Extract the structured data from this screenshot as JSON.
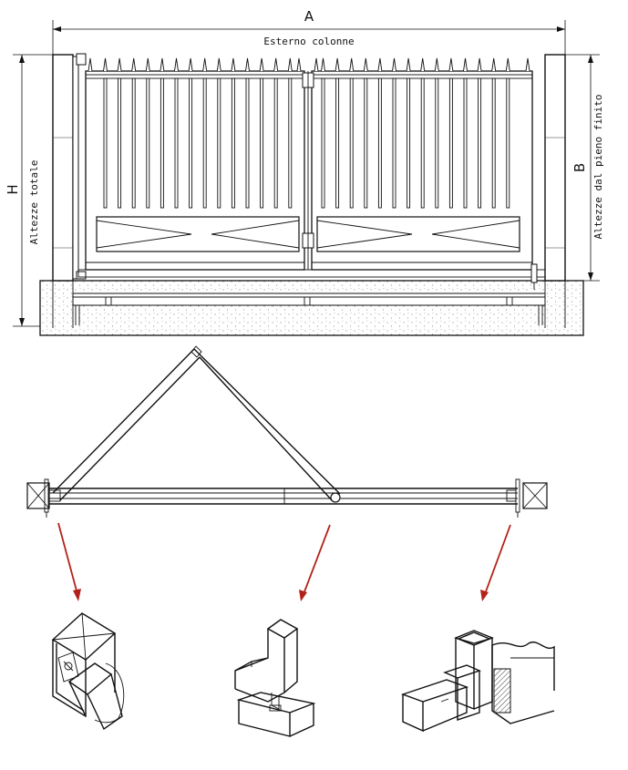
{
  "elevation": {
    "dimension_top": "A",
    "label_top": "Esterno colonne",
    "dimension_left": "H",
    "label_left": "Altezze totale",
    "dimension_right": "B",
    "label_right": "Altezze dal pieno finito"
  },
  "plan": {},
  "details": {}
}
